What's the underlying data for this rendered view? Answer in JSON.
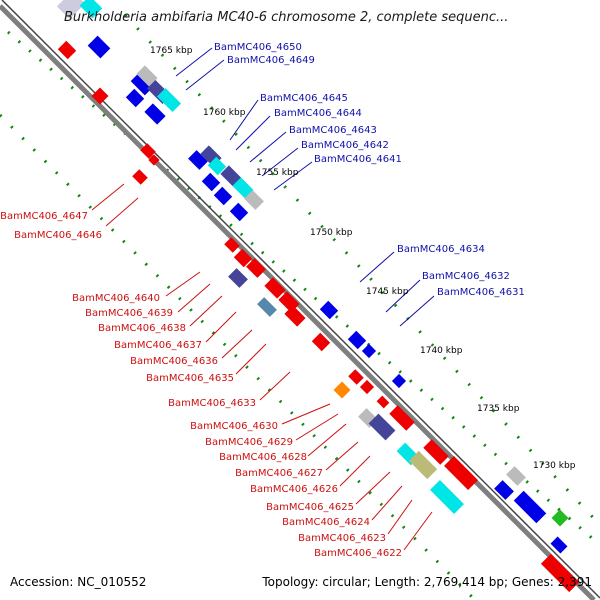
{
  "title": "Burkholderia ambifaria MC40-6 chromosome 2, complete sequenc...",
  "accession": "Accession: NC_010552",
  "summary": "Topology: circular; Length: 2,769,414 bp; Genes: 2,391",
  "kbp_ticks": [
    "1765 kbp",
    "1760 kbp",
    "1755 kbp",
    "1750 kbp",
    "1745 kbp",
    "1740 kbp",
    "1735 kbp",
    "1730 kbp"
  ],
  "genes_forward": [
    "BamMC406_4650",
    "BamMC406_4649",
    "BamMC406_4645",
    "BamMC406_4644",
    "BamMC406_4643",
    "BamMC406_4642",
    "BamMC406_4641",
    "BamMC406_4634",
    "BamMC406_4632",
    "BamMC406_4631"
  ],
  "genes_reverse": [
    "BamMC406_4647",
    "BamMC406_4646",
    "BamMC406_4640",
    "BamMC406_4639",
    "BamMC406_4638",
    "BamMC406_4637",
    "BamMC406_4636",
    "BamMC406_4635",
    "BamMC406_4633",
    "BamMC406_4630",
    "BamMC406_4629",
    "BamMC406_4628",
    "BamMC406_4627",
    "BamMC406_4626",
    "BamMC406_4625",
    "BamMC406_4624",
    "BamMC406_4623",
    "BamMC406_4622"
  ],
  "colors": {
    "backbone": "#7f7f7f",
    "forward_gene": "#0000e6",
    "reverse_gene": "#ee0000",
    "cyan_gene": "#00e5e5",
    "navy_gene": "#444499",
    "grey_gene": "#bbbbbb",
    "orange_gene": "#ff8800",
    "green_gene": "#22bb22",
    "olive_gene": "#bbbb77",
    "dotted_track": "#118811",
    "forward_label": "#1111aa",
    "reverse_label": "#cc1111"
  }
}
